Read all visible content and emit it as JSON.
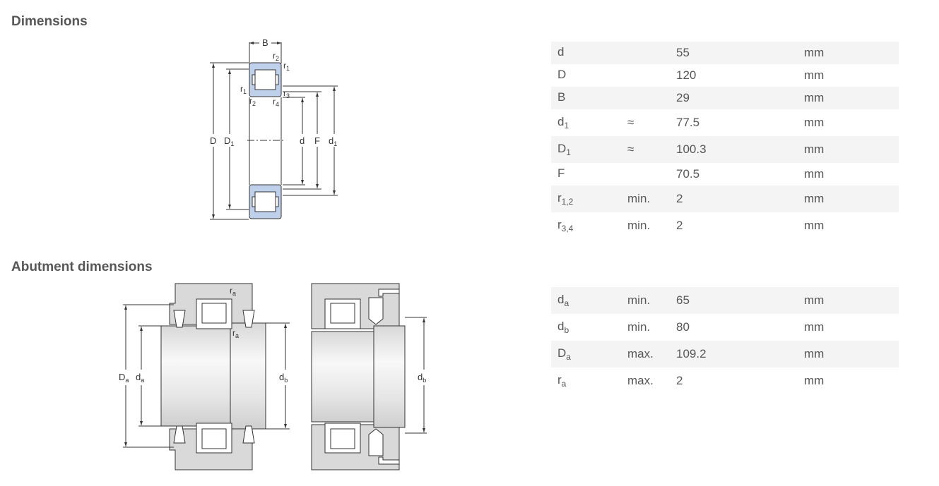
{
  "sections": {
    "dimensions_title": "Dimensions",
    "abutment_title": "Abutment dimensions"
  },
  "diagram_labels": {
    "B": "B",
    "D": "D",
    "D1": "D",
    "D1_sub": "1",
    "d": "d",
    "F": "F",
    "d1": "d",
    "d1_sub": "1",
    "r": "r",
    "r1": "1",
    "r2": "2",
    "r3": "3",
    "r4": "4",
    "Da": "D",
    "da": "d",
    "db": "d",
    "a": "a",
    "b": "b"
  },
  "dimensions": [
    {
      "sym": "d",
      "sub": "",
      "qual": "",
      "value": "55",
      "unit": "mm"
    },
    {
      "sym": "D",
      "sub": "",
      "qual": "",
      "value": "120",
      "unit": "mm"
    },
    {
      "sym": "B",
      "sub": "",
      "qual": "",
      "value": "29",
      "unit": "mm"
    },
    {
      "sym": "d",
      "sub": "1",
      "qual": "≈",
      "value": "77.5",
      "unit": "mm"
    },
    {
      "sym": "D",
      "sub": "1",
      "qual": "≈",
      "value": "100.3",
      "unit": "mm"
    },
    {
      "sym": "F",
      "sub": "",
      "qual": "",
      "value": "70.5",
      "unit": "mm"
    },
    {
      "sym": "r",
      "sub": "1,2",
      "qual": "min.",
      "value": "2",
      "unit": "mm"
    },
    {
      "sym": "r",
      "sub": "3,4",
      "qual": "min.",
      "value": "2",
      "unit": "mm"
    }
  ],
  "abutment": [
    {
      "sym": "d",
      "sub": "a",
      "qual": "min.",
      "value": "65",
      "unit": "mm"
    },
    {
      "sym": "d",
      "sub": "b",
      "qual": "min.",
      "value": "80",
      "unit": "mm"
    },
    {
      "sym": "D",
      "sub": "a",
      "qual": "max.",
      "value": "109.2",
      "unit": "mm"
    },
    {
      "sym": "r",
      "sub": "a",
      "qual": "max.",
      "value": "2",
      "unit": "mm"
    }
  ]
}
